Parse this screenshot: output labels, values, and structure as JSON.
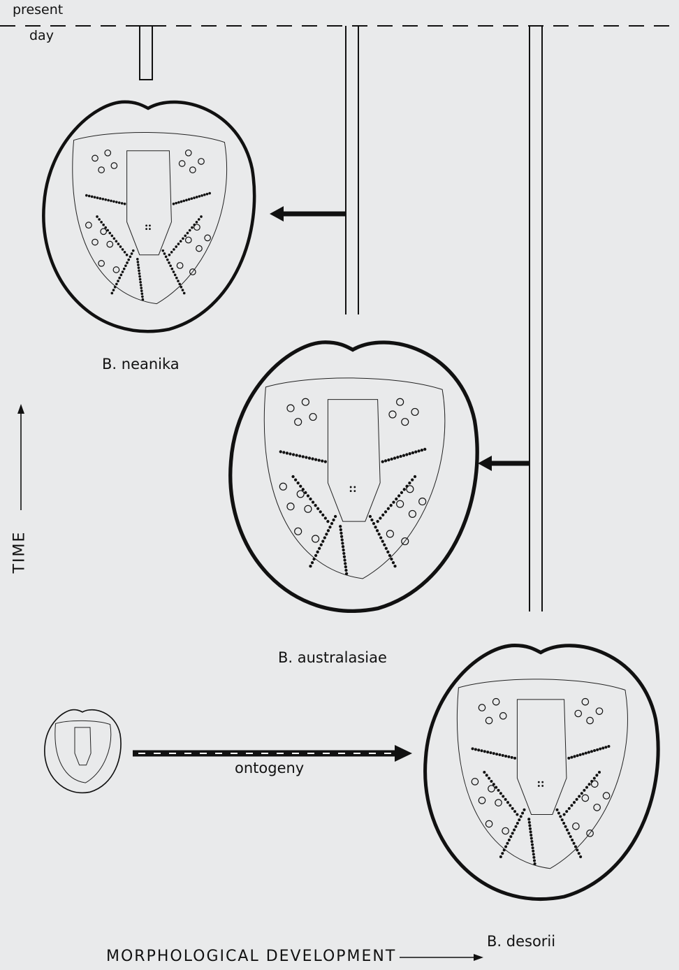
{
  "top_marker": {
    "line1": "present",
    "line2": "day"
  },
  "species": {
    "neanika": "B. neanika",
    "australasiae": "B. australasiae",
    "desorii": "B. desorii"
  },
  "arrows": {
    "ontogeny": "ontogeny"
  },
  "axes": {
    "time": "TIME",
    "morphology": "MORPHOLOGICAL DEVELOPMENT"
  }
}
